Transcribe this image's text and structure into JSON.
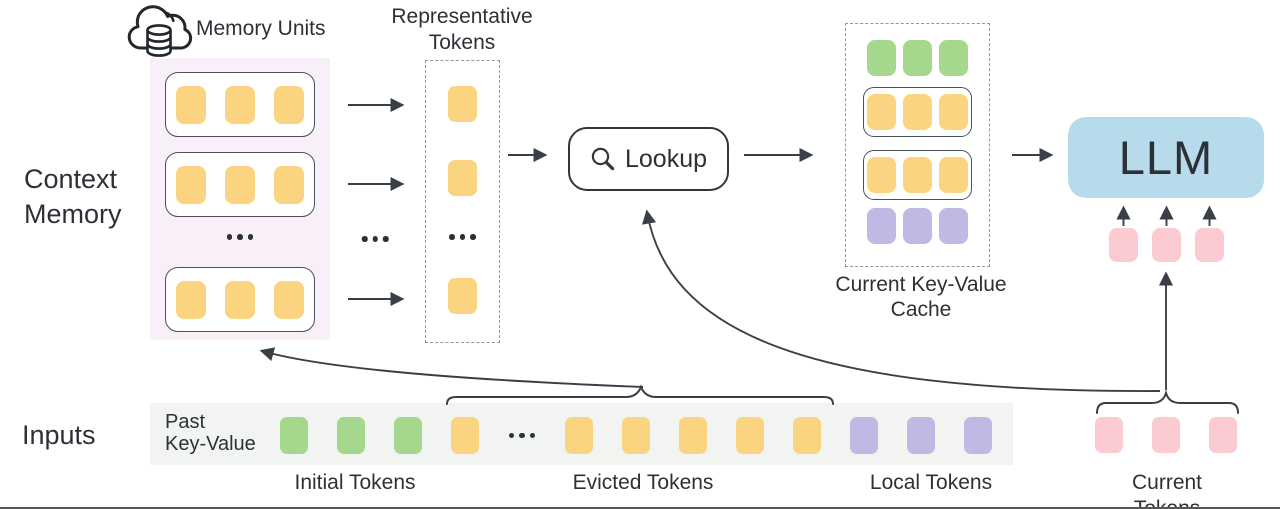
{
  "palette": {
    "yellow": "#FAD480",
    "green": "#A5D78C",
    "purple": "#BFBAE3",
    "pink": "#FBCBD1",
    "blue": "#B7DBEB",
    "panel_pink": "#F9EFF8",
    "strip_gray": "#F2F4F2",
    "line": "#3A3F47"
  },
  "labels": {
    "context_memory": "Context\nMemory",
    "memory_units": "Memory Units",
    "representative_tokens": "Representative\nTokens",
    "lookup": "Lookup",
    "current_kv_cache": "Current Key-Value\nCache",
    "llm": "LLM",
    "inputs": "Inputs",
    "past_key_value": "Past\nKey-Value",
    "initial_tokens": "Initial Tokens",
    "evicted_tokens": "Evicted Tokens",
    "local_tokens": "Local Tokens",
    "current_tokens": "Current Tokens"
  },
  "context_memory_panel": {
    "units": [
      {
        "tokens": [
          "yellow",
          "yellow",
          "yellow"
        ]
      },
      {
        "tokens": [
          "yellow",
          "yellow",
          "yellow"
        ]
      },
      {
        "tokens": [
          "yellow",
          "yellow",
          "yellow"
        ]
      }
    ]
  },
  "representative_box": {
    "tokens": [
      "yellow",
      "yellow",
      "dots",
      "yellow"
    ]
  },
  "cache_box": {
    "rows": [
      {
        "boxed": false,
        "tokens": [
          "green",
          "green",
          "green"
        ]
      },
      {
        "boxed": true,
        "tokens": [
          "yellow",
          "yellow",
          "yellow"
        ]
      },
      {
        "boxed": true,
        "tokens": [
          "yellow",
          "yellow",
          "yellow"
        ]
      },
      {
        "boxed": false,
        "tokens": [
          "purple",
          "purple",
          "purple"
        ]
      }
    ]
  },
  "llm_inputs": {
    "tokens": [
      "pink",
      "pink",
      "pink"
    ]
  },
  "input_strip": {
    "tokens": [
      "green",
      "green",
      "green",
      "yellow",
      "dots",
      "yellow",
      "yellow",
      "yellow",
      "yellow",
      "yellow",
      "purple",
      "purple",
      "purple"
    ]
  },
  "current_tokens_group": {
    "tokens": [
      "pink",
      "pink",
      "pink"
    ]
  }
}
